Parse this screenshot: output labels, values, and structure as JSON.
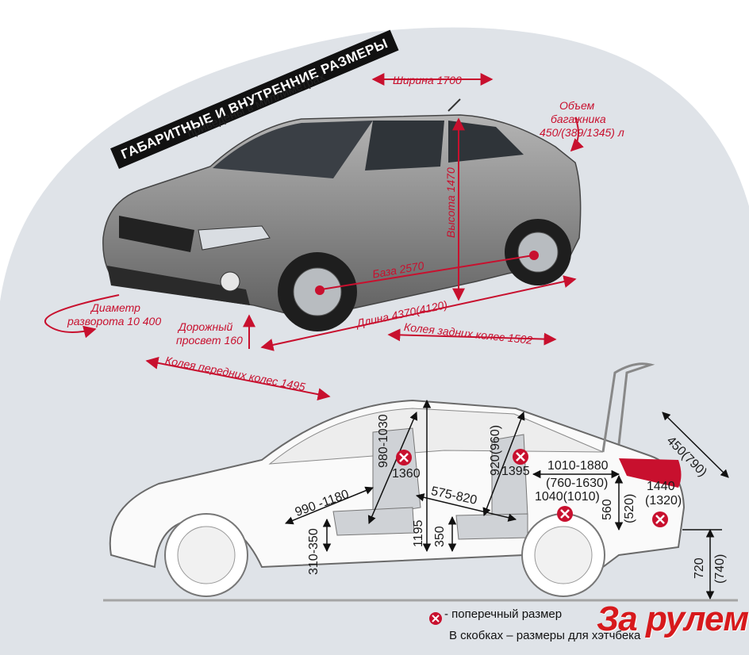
{
  "title": "ГАБАРИТНЫЕ И ВНУТРЕННИЕ РАЗМЕРЫ",
  "subtitle": "приведены в миллиметрах",
  "exterior": {
    "width": "Ширина 1700",
    "height": "Высота 1470",
    "trunk_line1": "Объем",
    "trunk_line2": "багажника",
    "trunk_line3": "450/(389/1345) л",
    "wheelbase": "База 2570",
    "length": "Длина 4370(4120)",
    "rear_track": "Колея задних колес 1502",
    "front_track": "Колея передних колес 1495",
    "turning_line1": "Диаметр",
    "turning_line2": "разворота 10 400",
    "clearance_line1": "Дорожный",
    "clearance_line2": "просвет 160"
  },
  "interior": {
    "front_headroom": "980-1030",
    "front_shoulder": "1360",
    "rear_headroom": "920(960)",
    "rear_shoulder": "1395",
    "front_legroom": "990 -1180",
    "rear_legroom": "575-820",
    "front_seat_height": "310-350",
    "front_height": "1195",
    "rear_seat_height": "350",
    "trunk_length": "1010-1880",
    "trunk_length_hatch": "(760-1630)",
    "trunk_height": "560",
    "trunk_height_hatch": "(520)",
    "trunk_opening": "450(790)",
    "trunk_width_min": "1040(1010)",
    "trunk_width": "1440",
    "trunk_width_hatch": "(1320)",
    "loading_height": "720",
    "loading_height_hatch": "(740)"
  },
  "legend": {
    "cross_text": "- поперечный размер",
    "brackets_text": "В скобках – размеры для хэтчбека"
  },
  "logo": "За рулем",
  "colors": {
    "accent": "#c8102e",
    "car_body": "#8a8a8a",
    "background_arc": "#dfe3e8",
    "banner": "#111111"
  }
}
